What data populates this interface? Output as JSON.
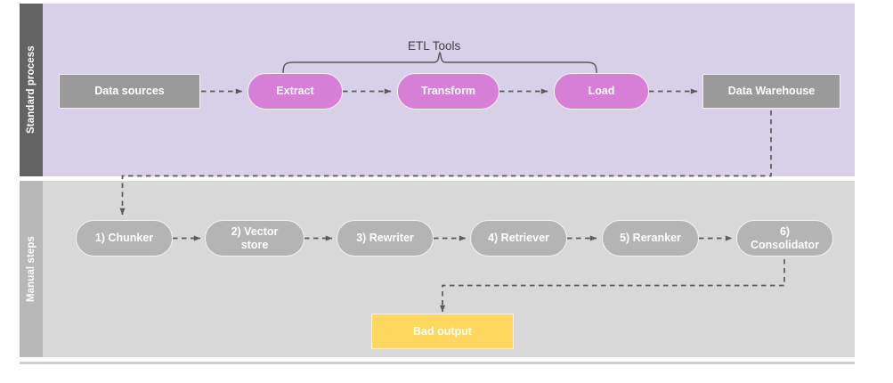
{
  "diagram": {
    "title_visible": false,
    "lanes": [
      {
        "id": "standard",
        "label": "Standard process",
        "band_color": "#d8d0e8",
        "label_bar_color": "#636363"
      },
      {
        "id": "manual",
        "label": "Manual steps",
        "band_color": "#d8d8d8",
        "label_bar_color": "#b8b8b8"
      }
    ],
    "annotations": [
      {
        "id": "etl-brace",
        "label": "ETL Tools",
        "spans": [
          "extract",
          "transform",
          "load"
        ]
      }
    ],
    "nodes": [
      {
        "id": "data-sources",
        "label": "Data sources",
        "lane": "standard",
        "shape": "rect",
        "color": "#9a9a9a"
      },
      {
        "id": "extract",
        "label": "Extract",
        "lane": "standard",
        "shape": "pill",
        "color": "#d77ed7"
      },
      {
        "id": "transform",
        "label": "Transform",
        "lane": "standard",
        "shape": "pill",
        "color": "#d77ed7"
      },
      {
        "id": "load",
        "label": "Load",
        "lane": "standard",
        "shape": "pill",
        "color": "#d77ed7"
      },
      {
        "id": "data-warehouse",
        "label": "Data Warehouse",
        "lane": "standard",
        "shape": "rect",
        "color": "#9a9a9a"
      },
      {
        "id": "chunker",
        "label": "1) Chunker",
        "lane": "manual",
        "shape": "pill",
        "color": "#b4b4b4"
      },
      {
        "id": "vector-store",
        "label": "2) Vector store",
        "lane": "manual",
        "shape": "pill",
        "color": "#b4b4b4"
      },
      {
        "id": "rewriter",
        "label": "3) Rewriter",
        "lane": "manual",
        "shape": "pill",
        "color": "#b4b4b4"
      },
      {
        "id": "retriever",
        "label": "4) Retriever",
        "lane": "manual",
        "shape": "pill",
        "color": "#b4b4b4"
      },
      {
        "id": "reranker",
        "label": "5) Reranker",
        "lane": "manual",
        "shape": "pill",
        "color": "#b4b4b4"
      },
      {
        "id": "consolidator",
        "label": "6) Consolidator",
        "lane": "manual",
        "shape": "pill",
        "color": "#b4b4b4"
      },
      {
        "id": "bad-output",
        "label": "Bad output",
        "lane": "manual",
        "shape": "rect",
        "color": "#ffd75e"
      }
    ],
    "edges": [
      {
        "from": "data-sources",
        "to": "extract",
        "style": "dashed"
      },
      {
        "from": "extract",
        "to": "transform",
        "style": "dashed"
      },
      {
        "from": "transform",
        "to": "load",
        "style": "dashed"
      },
      {
        "from": "load",
        "to": "data-warehouse",
        "style": "dashed"
      },
      {
        "from": "data-warehouse",
        "to": "chunker",
        "style": "dashed"
      },
      {
        "from": "chunker",
        "to": "vector-store",
        "style": "dashed"
      },
      {
        "from": "vector-store",
        "to": "rewriter",
        "style": "dashed"
      },
      {
        "from": "rewriter",
        "to": "retriever",
        "style": "dashed"
      },
      {
        "from": "retriever",
        "to": "reranker",
        "style": "dashed"
      },
      {
        "from": "reranker",
        "to": "consolidator",
        "style": "dashed"
      },
      {
        "from": "consolidator",
        "to": "bad-output",
        "style": "dashed"
      }
    ],
    "colors": {
      "standard_band": "#d8d0e8",
      "manual_band": "#d8d8d8",
      "pink": "#d77ed7",
      "gray_node": "#b4b4b4",
      "dark_gray_node": "#9a9a9a",
      "yellow": "#ffd75e",
      "connector": "#5a5a5a",
      "text_on_node": "#ffffff",
      "brace_text": "#404040"
    }
  }
}
